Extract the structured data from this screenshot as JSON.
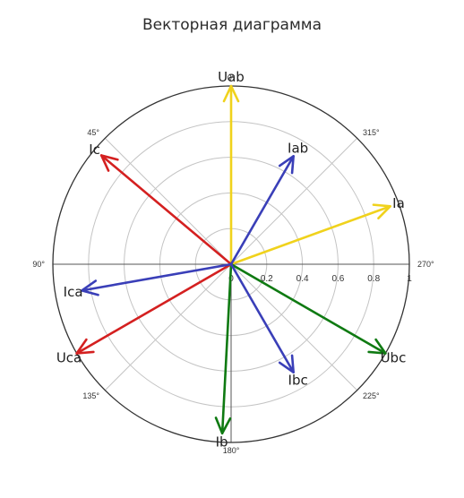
{
  "chart_data": {
    "type": "polar-vector",
    "title": "Векторная диаграмма",
    "angle_ticks": [
      "0°",
      "45°",
      "90°",
      "135°",
      "180°",
      "225°",
      "270°",
      "315°"
    ],
    "angle_tick_values": [
      0,
      45,
      90,
      135,
      180,
      225,
      270,
      315
    ],
    "radial_ticks": [
      "0",
      "0.2",
      "0.4",
      "0.6",
      "0.8",
      "1"
    ],
    "radial_tick_values": [
      0,
      0.2,
      0.4,
      0.6,
      0.8,
      1
    ],
    "radial_range": [
      0,
      1
    ],
    "angle_direction": "counterclockwise",
    "zero_angle": "top",
    "grid": true,
    "colors": {
      "yellow": "#f0d21c",
      "red": "#d42020",
      "green": "#0f7a12",
      "blue": "#3a3fb8"
    },
    "vectors": [
      {
        "name": "Uab",
        "magnitude": 1.0,
        "angle": 0,
        "color": "#f0d21c"
      },
      {
        "name": "Ia",
        "magnitude": 0.95,
        "angle": 290,
        "color": "#f0d21c"
      },
      {
        "name": "Ubc",
        "magnitude": 1.0,
        "angle": 240,
        "color": "#0f7a12"
      },
      {
        "name": "Ib",
        "magnitude": 0.95,
        "angle": 177,
        "color": "#0f7a12"
      },
      {
        "name": "Uca",
        "magnitude": 1.0,
        "angle": 120,
        "color": "#d42020"
      },
      {
        "name": "Ic",
        "magnitude": 0.95,
        "angle": 50,
        "color": "#d42020"
      },
      {
        "name": "Iab",
        "magnitude": 0.7,
        "angle": 330,
        "color": "#3a3fb8"
      },
      {
        "name": "Ibc",
        "magnitude": 0.7,
        "angle": 210,
        "color": "#3a3fb8"
      },
      {
        "name": "Ica",
        "magnitude": 0.85,
        "angle": 100,
        "color": "#3a3fb8"
      }
    ]
  }
}
